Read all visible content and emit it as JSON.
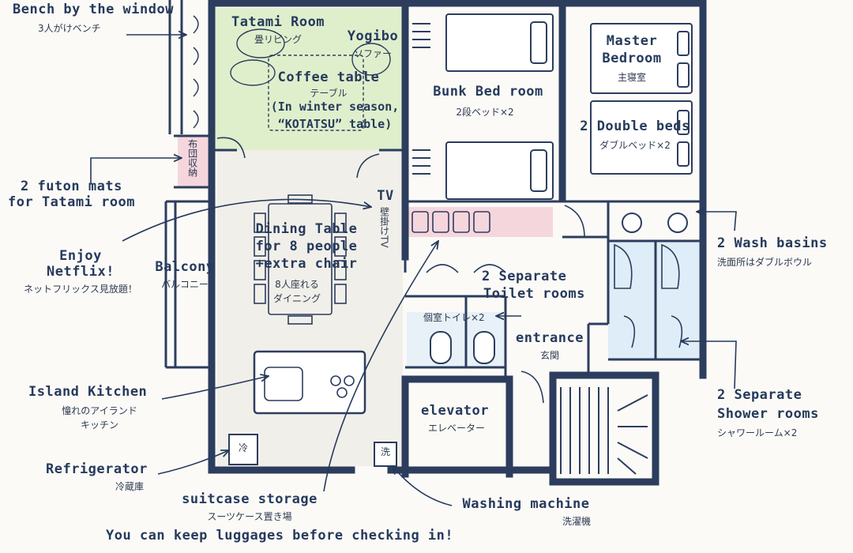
{
  "labels": {
    "bench": {
      "en": "Bench by the window",
      "jp": "3人がけベンチ"
    },
    "tatami_room": {
      "en": "Tatami Room",
      "jp": "畳リビング"
    },
    "yogibo": {
      "en": "Yogibo",
      "jp": "ソファー"
    },
    "coffee_table": {
      "en": "Coffee table",
      "jp": "テーブル",
      "note1": "(In winter season,",
      "note2": "“KOTATSU” table)"
    },
    "futon_storage": {
      "jp": "布団収納"
    },
    "futon_mats": {
      "en1": "2 futon mats",
      "en2": "for Tatami room"
    },
    "netflix": {
      "en1": "Enjoy",
      "en2": "Netflix!",
      "jp": "ネットフリックス見放題！"
    },
    "balcony": {
      "en": "Balcony",
      "jp": "バルコニー"
    },
    "dining": {
      "en1": "Dining Table",
      "en2": "for 8 people",
      "en3": "+extra chair",
      "jp1": "8人座れる",
      "jp2": "ダイニング"
    },
    "tv": {
      "en": "TV",
      "jp": "壁掛けTV"
    },
    "bunk": {
      "en": "Bunk Bed room",
      "jp": "2段ベッド×2"
    },
    "master": {
      "en1": "Master",
      "en2": "Bedroom",
      "jp": "主寝室"
    },
    "double_beds": {
      "en": "2 Double beds",
      "jp": "ダブルベッド×2"
    },
    "wash_basins": {
      "en": "2 Wash basins",
      "jp": "洗面所はダブルボウル"
    },
    "toilets": {
      "en1": "2 Separate",
      "en2": "Toilet rooms",
      "jp": "個室トイレ×2"
    },
    "entrance": {
      "en": "entrance",
      "jp": "玄関"
    },
    "shower": {
      "en1": "2 Separate",
      "en2": "Shower rooms",
      "jp": "シャワールーム×2"
    },
    "island": {
      "en": "Island Kitchen",
      "jp1": "憧れのアイランド",
      "jp2": "キッチン"
    },
    "elevator": {
      "en": "elevator",
      "jp": "エレベーター"
    },
    "fridge": {
      "en": "Refrigerator",
      "jp": "冷蔵庫",
      "mark": "冷"
    },
    "suitcase": {
      "en": "suitcase storage",
      "jp": "スーツケース置き場"
    },
    "washing": {
      "en": "Washing machine",
      "jp": "洗濯機",
      "mark": "洗"
    },
    "luggage_note": {
      "en": "You can keep luggages before checking in!"
    }
  },
  "colors": {
    "wall": "#2c3d5e",
    "ink": "#263a5c",
    "tatami": "#d9ecc4",
    "pink": "#f6d6dd",
    "blue": "#deedf7",
    "floor": "#f1efe9"
  }
}
